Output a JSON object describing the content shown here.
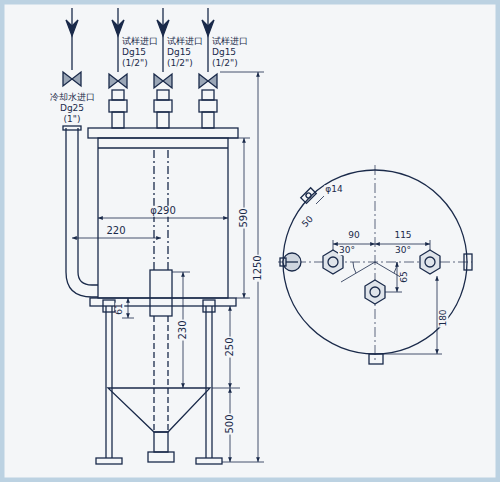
{
  "diagram": {
    "labels": [
      "冷却水进口",
      "Dg25",
      "(1\")",
      "试样进口",
      "Dg15",
      "(1/2\")",
      "试样进口",
      "Dg15",
      "(1/2\")",
      "试样进口",
      "Dg15",
      "(1/2\")",
      "φ290",
      "220",
      "590",
      "1250",
      "61",
      "230",
      "250",
      "500",
      "φ14",
      "50",
      "90",
      "115",
      "30°",
      "30°",
      "65",
      "180"
    ]
  }
}
